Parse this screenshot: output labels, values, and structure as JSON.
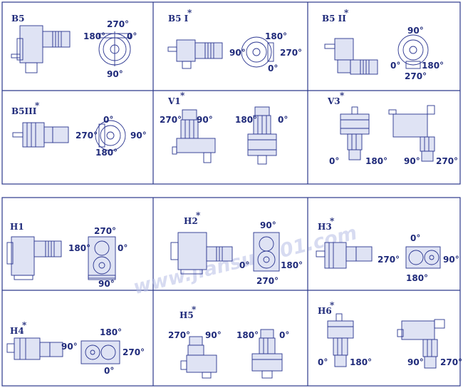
{
  "watermark": "www.jiansuji001.com",
  "colors": {
    "ink": "#2a3590",
    "frame": "#2d3a8c",
    "watermark": "#b7bfe6"
  },
  "panels": [
    {
      "label": "B5",
      "angles": {
        "top": "270°",
        "left": "180°",
        "right": "0°",
        "bottom": "90°"
      }
    },
    {
      "label": "B5 I",
      "asterisk": "*",
      "angles": {
        "top": "180°",
        "left": "90°",
        "right": "270°",
        "bottom": "0°"
      }
    },
    {
      "label": "B5 II",
      "asterisk": "*",
      "angles": {
        "top": "90°",
        "left": "0°",
        "right": "180°",
        "bottom": "270°"
      }
    },
    {
      "label": "B5III",
      "asterisk": "*",
      "angles": {
        "top": "0°",
        "left": "270°",
        "right": "90°",
        "bottom": "180°"
      }
    },
    {
      "label": "V1",
      "asterisk": "*",
      "angles": {
        "a": "270°",
        "b": "90°",
        "c": "180°",
        "d": "0°"
      }
    },
    {
      "label": "V3",
      "asterisk": "*",
      "angles": {
        "a": "0°",
        "b": "180°",
        "c": "90°",
        "d": "270°"
      }
    },
    {
      "label": "H1",
      "angles": {
        "top": "270°",
        "left": "180°",
        "right": "0°",
        "bottom": "90°"
      }
    },
    {
      "label": "H2",
      "asterisk": "*",
      "angles": {
        "top": "90°",
        "left": "0°",
        "right": "180°",
        "bottom": "270°"
      }
    },
    {
      "label": "H3",
      "asterisk": "*",
      "angles": {
        "top": "0°",
        "left": "270°",
        "right": "90°",
        "bottom": "180°"
      }
    },
    {
      "label": "H4",
      "asterisk": "*",
      "angles": {
        "top": "180°",
        "left": "90°",
        "right": "270°",
        "bottom": "0°"
      }
    },
    {
      "label": "H5",
      "asterisk": "*",
      "angles": {
        "a": "270°",
        "b": "90°",
        "c": "180°",
        "d": "0°"
      }
    },
    {
      "label": "H6",
      "asterisk": "*",
      "angles": {
        "a": "0°",
        "b": "180°",
        "c": "90°",
        "d": "270°"
      }
    }
  ]
}
